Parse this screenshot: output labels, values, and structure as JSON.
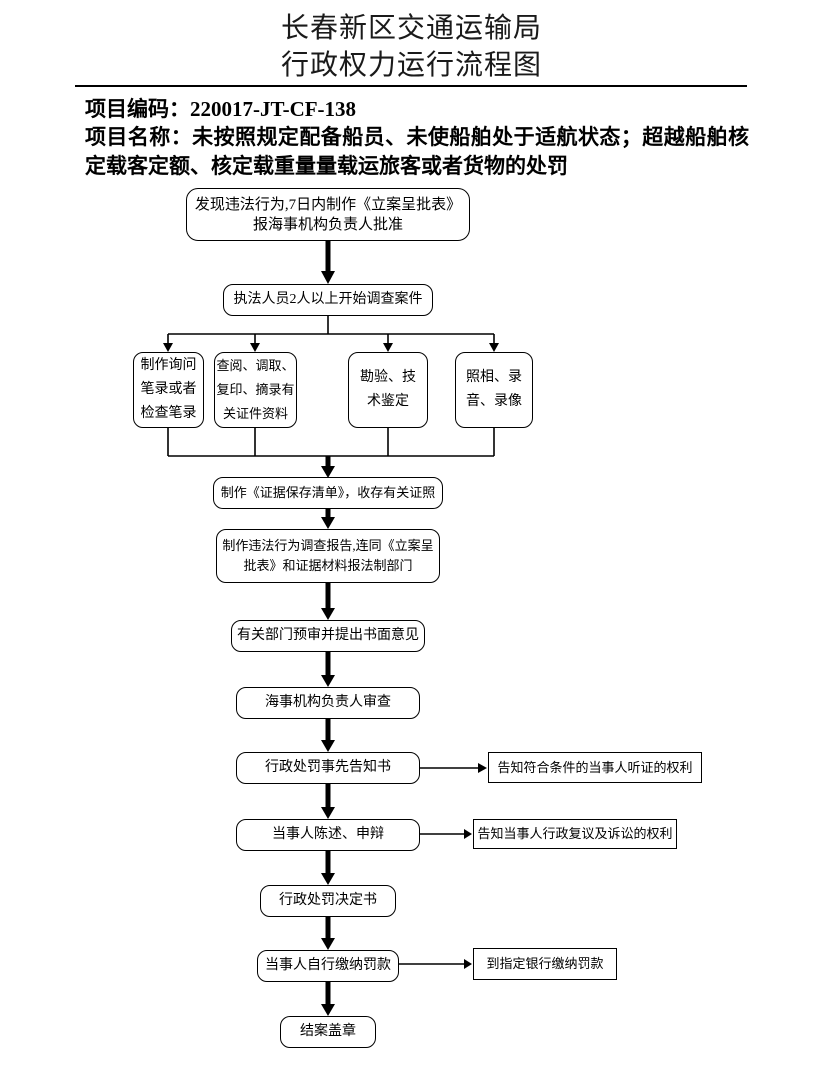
{
  "document": {
    "title_line1": "长春新区交通运输局",
    "title_line2": "行政权力运行流程图",
    "project_code_label": "项目编码：",
    "project_code_value": "220017-JT-CF-138",
    "project_name_label": "项目名称：",
    "project_name_value": "未按照规定配备船员、未使船舶处于适航状态；超越船舶核定载客定额、核定载重量量载运旅客或者货物的处罚"
  },
  "flowchart": {
    "nodes": {
      "start": "发现违法行为,7日内制作《立案呈批表》报海事机构负责人批准",
      "investigate": "执法人员2人以上开始调查案件",
      "record": "制作询问笔录或者检查笔录",
      "consult": "查阅、调取、复印、摘录有关证件资料",
      "inspect": "勘验、技术鉴定",
      "photograph": "照相、录音、录像",
      "evidence": "制作《证据保存清单》，收存有关证照",
      "report": "制作违法行为调查报告,连同《立案呈批表》和证据材料报法制部门",
      "preliminary": "有关部门预审并提出书面意见",
      "review": "海事机构负责人审查",
      "notice": "行政处罚事先告知书",
      "statement": "当事人陈述、申辩",
      "decision": "行政处罚决定书",
      "payment": "当事人自行缴纳罚款",
      "close": "结案盖章"
    },
    "side_nodes": {
      "hearing": "告知符合条件的当事人听证的权利",
      "appeal": "告知当事人行政复议及诉讼的权利",
      "bank": "到指定银行缴纳罚款"
    }
  },
  "colors": {
    "ink": "#000000",
    "background": "#ffffff"
  }
}
